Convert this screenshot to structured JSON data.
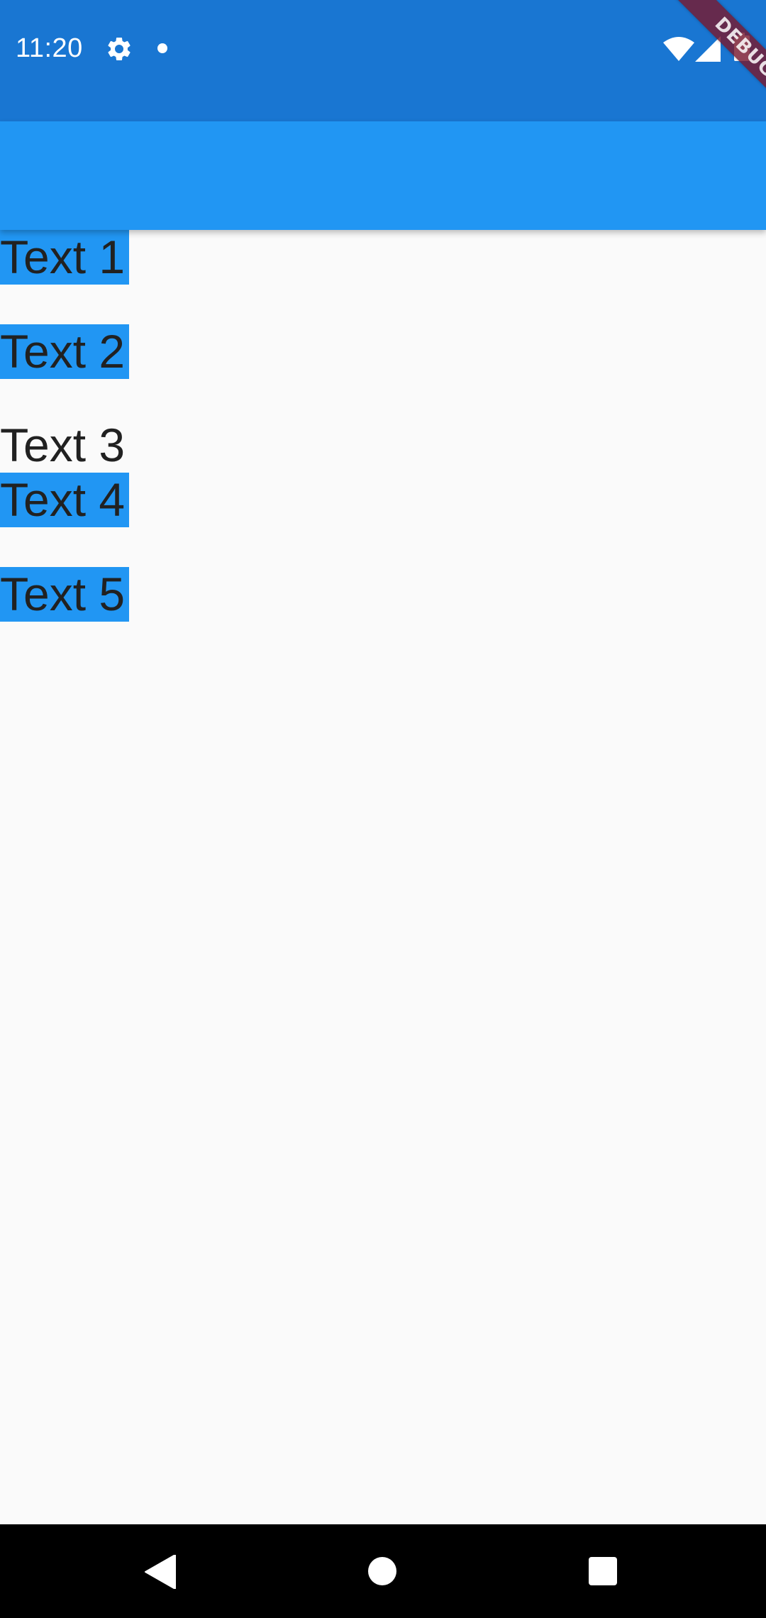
{
  "status_bar": {
    "time": "11:20",
    "background_color": "#1976d2",
    "icons": [
      "settings-icon",
      "notification-dot-icon",
      "wifi-icon",
      "signal-icon",
      "battery-icon"
    ]
  },
  "debug_banner": {
    "label": "DEBUG",
    "color": "#781a30"
  },
  "app_bar": {
    "title": "",
    "background_color": "#2196f3"
  },
  "items": [
    {
      "label": "Text 1",
      "highlighted": true
    },
    {
      "label": "Text 2",
      "highlighted": true
    },
    {
      "label": "Text 3",
      "highlighted": false
    },
    {
      "label": "Text 4",
      "highlighted": true
    },
    {
      "label": "Text 5",
      "highlighted": true
    }
  ],
  "highlight_color": "#2196f3",
  "nav_bar": {
    "icons": [
      "back-icon",
      "home-icon",
      "recents-icon"
    ],
    "background_color": "#000000"
  }
}
